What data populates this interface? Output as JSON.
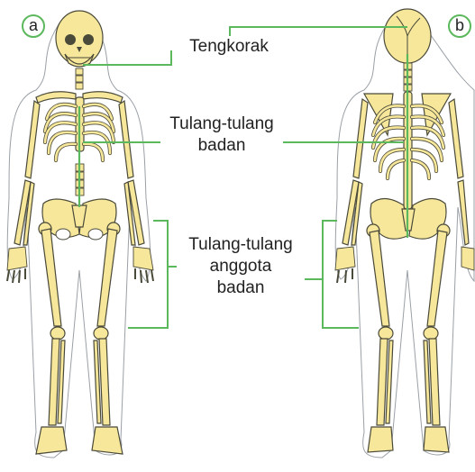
{
  "badges": {
    "front": "a",
    "back": "b"
  },
  "labels": {
    "skull": "Tengkorak",
    "axial_line1": "Tulang-tulang",
    "axial_line2": "badan",
    "appendicular_line1": "Tulang-tulang",
    "appendicular_line2": "anggota",
    "appendicular_line3": "badan"
  },
  "colors": {
    "bone": "#f7e79a",
    "leader": "#5cb85c",
    "outline": "#4a4a3a"
  }
}
